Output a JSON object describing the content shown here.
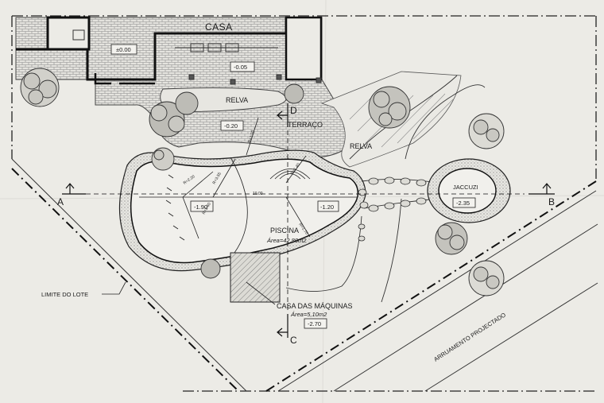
{
  "labels": {
    "casa": "CASA",
    "relva_top": "RELVA",
    "terraco": "TERRAÇO",
    "relva_right": "RELVA",
    "piscina": "PISCINA",
    "piscina_area": "Área=42,80m2",
    "jaccuzi": "JACCUZI",
    "casa_maquinas": "CASA DAS MÁQUINAS",
    "casa_maquinas_area": "Área=5,10m2",
    "limite_lote": "LIMITE DO LOTE",
    "arruamento": "ARRUAMENTO PROJECTADO"
  },
  "levels": {
    "house": "±0.00",
    "terrace_top": "-0.05",
    "terrace_left": "-0.20",
    "pool_deep": "-1.90",
    "pool_shallow": "-1.20",
    "jacuzzi": "-2.35",
    "machines": "-2.70"
  },
  "section_marks": {
    "a": "A",
    "b": "B",
    "c": "C",
    "d": "D"
  },
  "dimensions": {
    "length": "10.00",
    "r1": "R=2.20",
    "r2": "R=3.55",
    "r3": "R=3.60",
    "r4": "R=1.20",
    "r5": "R=1.40",
    "r6": "R=1.70"
  },
  "colors": {
    "paper": "#ecebe6",
    "ink": "#1b1b1b",
    "hatch": "#6d6d6d"
  }
}
